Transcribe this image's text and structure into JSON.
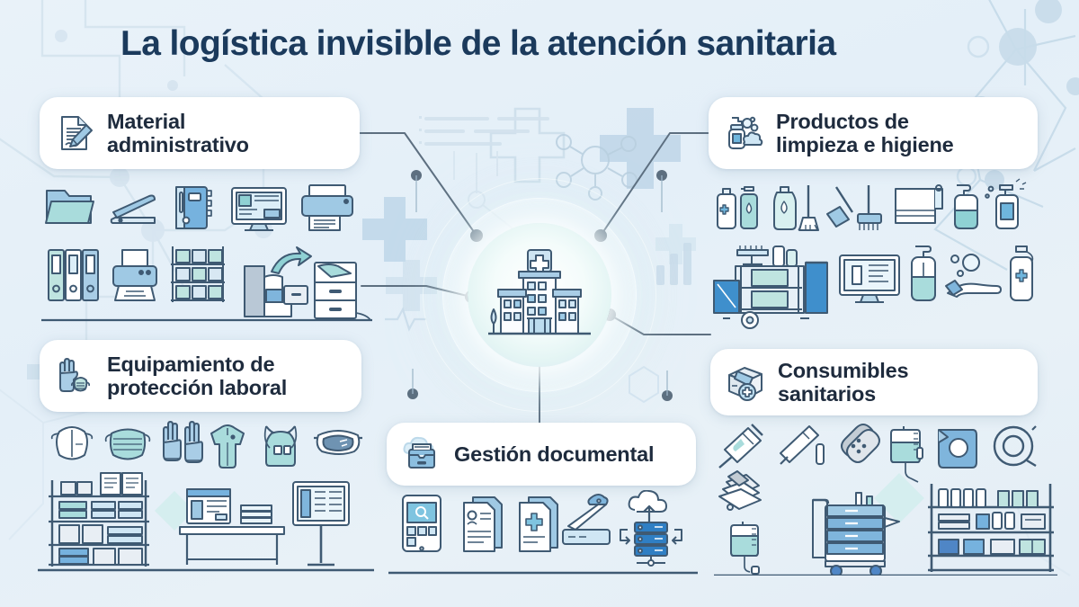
{
  "page": {
    "title": "La logística invisible de la atención sanitaria",
    "background_top_color": "#e9f2f9",
    "background_bottom_color": "#e3edf6",
    "title_color": "#1b3a5c",
    "card_background": "#ffffff",
    "card_text_color": "#1e2b3d",
    "connector_color": "#5a6b7d",
    "accent_blue": "#5b9bd5",
    "accent_teal": "#7fcfd4",
    "icon_outline": "#3f5a73"
  },
  "hub": {
    "name": "hospital",
    "icon": "hospital-building-icon",
    "description": "Hospital building with medical cross sign"
  },
  "cards": [
    {
      "id": "admin",
      "label": "Material\nadministrativo",
      "icon": "document-pencil-icon",
      "position": "top-left"
    },
    {
      "id": "clean",
      "label": "Productos de\nlimpieza e higiene",
      "icon": "soap-dispenser-bubbles-icon",
      "position": "top-right"
    },
    {
      "id": "ppe",
      "label": "Equipamiento de\nprotección laboral",
      "icon": "glove-mask-icon",
      "position": "middle-left"
    },
    {
      "id": "consum",
      "label": "Consumibles\nsanitarios",
      "icon": "box-medical-cross-icon",
      "position": "middle-right"
    },
    {
      "id": "doc",
      "label": "Gestión documental",
      "icon": "cloud-file-drawer-icon",
      "position": "bottom-center"
    }
  ],
  "clusters": {
    "admin": {
      "row1": [
        "folder-icon",
        "stapler-icon",
        "ring-binder-icon",
        "desktop-monitor-icon",
        "printer-icon"
      ],
      "row2": [
        "lever-arch-files-icon",
        "printer-paper-icon",
        "storage-shelving-icon",
        "filing-cabinet-scene-icon"
      ]
    },
    "clean": {
      "row1": [
        "disinfectant-bottles-icon",
        "detergent-broom-icon",
        "mop-brush-icon",
        "towel-rack-icon",
        "soap-pump-icon",
        "spray-bottle-icon"
      ],
      "row2": [
        "cleaning-cart-icon",
        "hygiene-monitor-icon",
        "sanitizer-pump-icon",
        "hand-bubbles-icon",
        "antiseptic-bottle-icon"
      ]
    },
    "ppe": {
      "row1": [
        "n95-respirator-icon",
        "surgical-mask-icon",
        "gloves-icon",
        "gown-icon",
        "apron-icon",
        "goggles-icon"
      ],
      "row2": [
        "ppe-storage-shelf-icon",
        "supply-desk-icon",
        "inventory-display-icon"
      ]
    },
    "doc": {
      "row1": [
        "tablet-search-icon",
        "patient-record-icon",
        "medical-record-icon",
        "scanner-icon",
        "cloud-server-upload-icon"
      ]
    },
    "consum": {
      "row1": [
        "syringe-icon",
        "thermometer-ampoule-icon",
        "bandages-icon",
        "iv-bag-icon",
        "surgical-drape-icon",
        "tubing-coil-icon"
      ],
      "row2": [
        "gauze-pads-icon",
        "iv-drip-icon",
        "medical-cart-icon",
        "supply-shelving-icon"
      ]
    }
  },
  "decorations": {
    "shapes": [
      "medical-cross",
      "molecule-node",
      "network-line",
      "data-lines",
      "bar-chart"
    ],
    "node_count": 7
  }
}
